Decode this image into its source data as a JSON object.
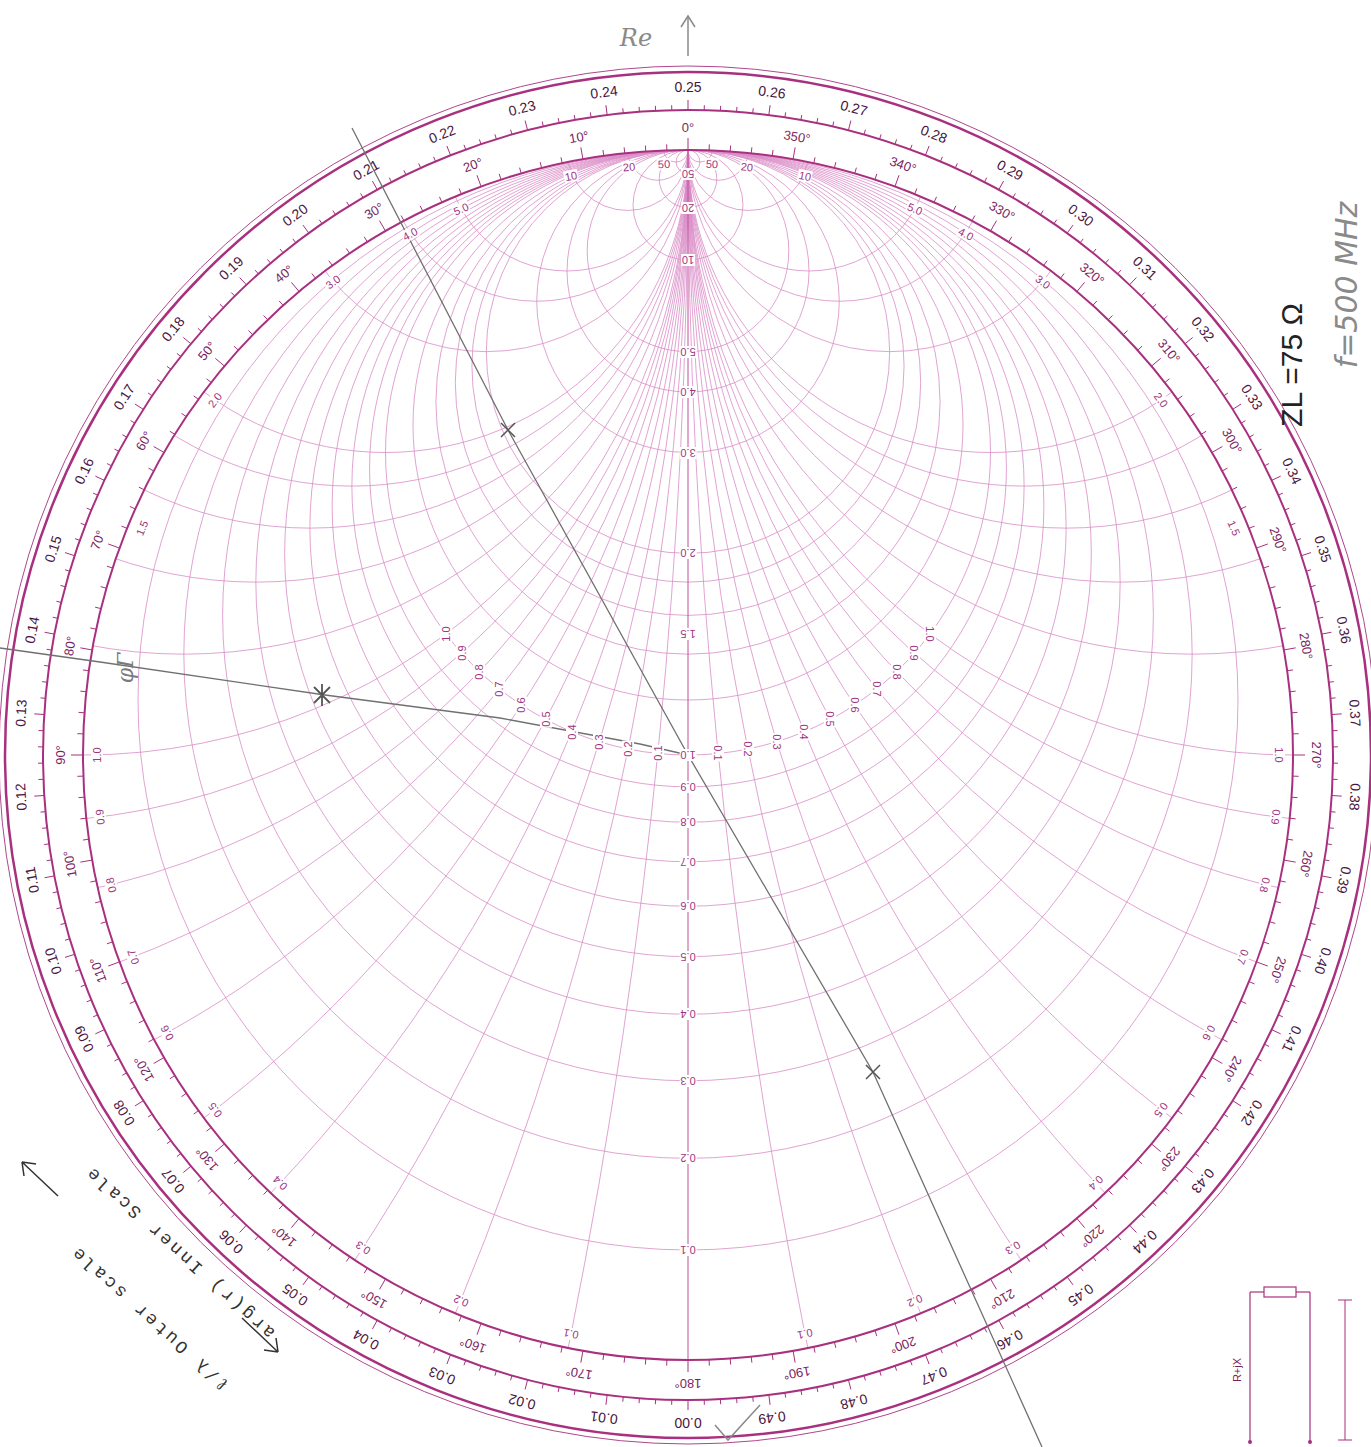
{
  "diagram": {
    "labels": [
      "Re",
      "ZL =75 Ω",
      "f=500 MHz",
      "φΓ",
      "ℓ/λ Outer scale",
      "arg(r) Inner Scale",
      "R+jX",
      "0.00",
      "0.01",
      "0.02",
      "0.03",
      "0.04",
      "0.05",
      "0.06",
      "0.07",
      "0.08",
      "0.09",
      "0.10",
      "0.11",
      "0.12",
      "0.13",
      "0.14",
      "0.15",
      "0.16",
      "0.17",
      "0.18",
      "0.19",
      "0.20",
      "0.21",
      "0.22",
      "0.23",
      "0.24",
      "0.25",
      "0.26",
      "0.27",
      "0.28",
      "0.29",
      "0.30",
      "0.31",
      "0.32",
      "0.33",
      "0.34",
      "0.35",
      "0.36",
      "0.37",
      "0.38",
      "0.39",
      "0.40",
      "0.41",
      "0.42",
      "0.43",
      "0.44",
      "0.45",
      "0.46",
      "0.47",
      "0.48",
      "0.49",
      "0°",
      "10°",
      "20°",
      "30°",
      "40°",
      "50°",
      "60°",
      "70°",
      "80°",
      "90°",
      "100°",
      "110°",
      "120°",
      "130°",
      "140°",
      "150°",
      "160°",
      "170°",
      "180°",
      "190°",
      "200°",
      "210°",
      "220°",
      "230°",
      "240°",
      "250°",
      "260°",
      "270°",
      "280°",
      "290°",
      "300°",
      "310°",
      "320°",
      "330°",
      "340°",
      "350°",
      "0.1",
      "0.2",
      "0.3",
      "0.4",
      "0.5",
      "0.6",
      "0.7",
      "0.8",
      "0.9",
      "1.0",
      "1.5",
      "2.0",
      "3.0",
      "4.0",
      "5.0",
      "10",
      "20",
      "50",
      "0.1",
      "0.2",
      "0.3",
      "0.4",
      "0.5",
      "0.6",
      "0.7",
      "0.8",
      "0.9",
      "1.0",
      "1.5",
      "2.0",
      "3.0",
      "4.0",
      "5.0",
      "10",
      "20",
      "50",
      "0.1",
      "0.2",
      "0.3",
      "0.4",
      "0.5",
      "0.6",
      "0.7",
      "0.8",
      "0.9",
      "1.0",
      "1.5",
      "2.0",
      "3.0",
      "4.0",
      "5.0",
      "10",
      "20",
      "50",
      "0.1",
      "0.2",
      "0.3",
      "0.4",
      "0.5",
      "0.6",
      "0.7",
      "0.8",
      "0.9",
      "1.0",
      "0.1",
      "0.2",
      "0.3",
      "0.4",
      "0.5",
      "0.6",
      "0.7",
      "0.8",
      "0.9",
      "1.0"
    ]
  }
}
